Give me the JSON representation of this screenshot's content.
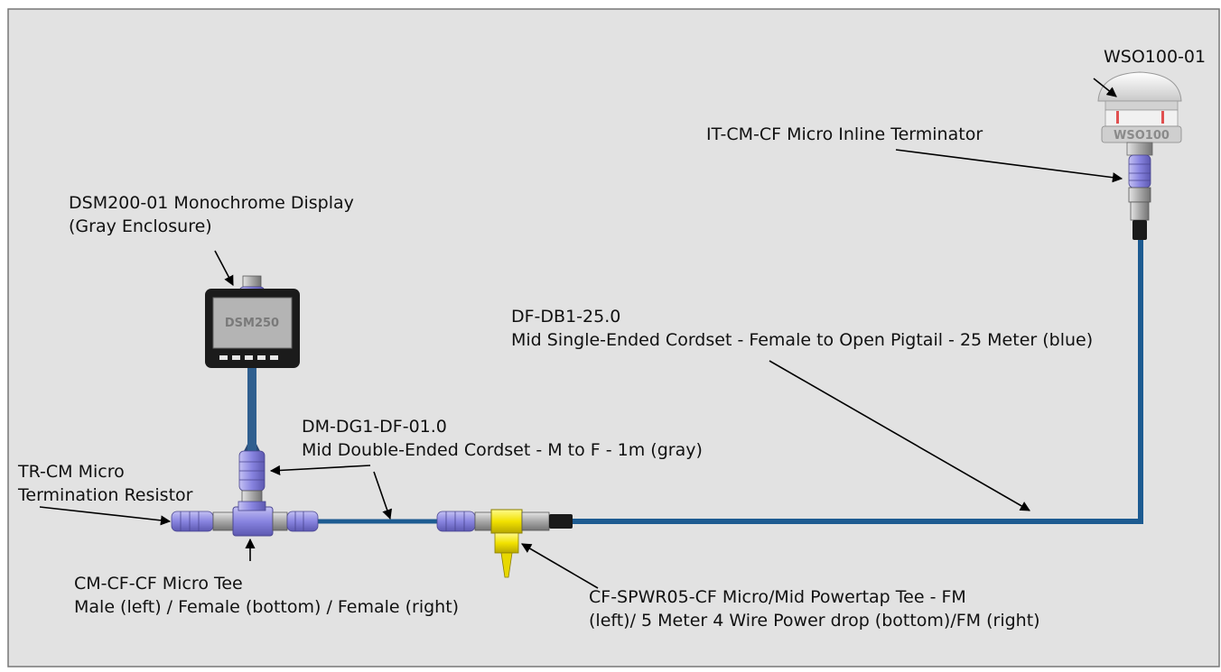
{
  "colors": {
    "panel_background": "#e2e2e2",
    "panel_border": "#777777",
    "backbone_cable": "#1d5b91",
    "connector_purple": "#8c88e4",
    "connector_gray": "#a9a9a9",
    "powertap_yellow": "#f2e200",
    "display_body": "#1b1b1b",
    "display_screen": "#b4b4b4"
  },
  "devices": {
    "display_text": "DSM250",
    "sensor_text": "WSO100"
  },
  "labels": {
    "wso": {
      "line1": "WSO100-01"
    },
    "terminator": {
      "line1": "IT-CM-CF Micro Inline Terminator"
    },
    "display": {
      "line1": "DSM200-01 Monochrome Display",
      "line2": "(Gray Enclosure)"
    },
    "backbone": {
      "line1": "DF-DB1-25.0",
      "line2": "Mid Single-Ended Cordset - Female to Open Pigtail - 25 Meter (blue)"
    },
    "dropcable": {
      "line1": "DM-DG1-DF-01.0",
      "line2": "Mid Double-Ended Cordset - M to F - 1m (gray)"
    },
    "resistor": {
      "line1": "TR-CM Micro",
      "line2": "Termination Resistor"
    },
    "tee": {
      "line1": "CM-CF-CF Micro Tee",
      "line2": "Male (left) / Female (bottom) / Female (right)"
    },
    "powertap": {
      "line1": "CF-SPWR05-CF Micro/Mid Powertap Tee - FM",
      "line2": "(left)/ 5 Meter 4 Wire Power drop (bottom)/FM (right)"
    }
  }
}
